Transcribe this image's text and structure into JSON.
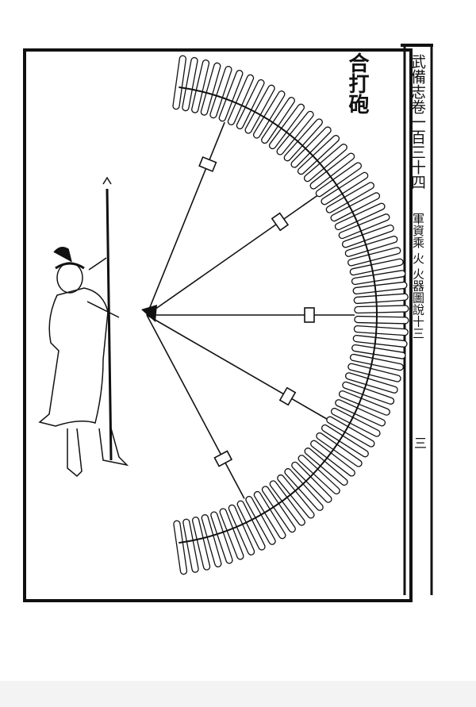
{
  "illustration": {
    "title": "合打砲",
    "cannon_count": 5,
    "ink_color": "#111111",
    "paper_color": "#ffffff"
  },
  "margin": {
    "book_title": "武備志卷一百三十四",
    "section": "軍資乘 火 火器圖說十三",
    "page_number": "三"
  }
}
